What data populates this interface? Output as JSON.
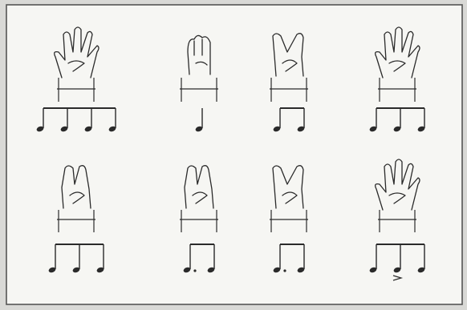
{
  "sheet": {
    "paper_color": "#f6f6f3",
    "border_color": "#555555",
    "ink_color": "#2a2a2a"
  },
  "rows": [
    {
      "cells": [
        {
          "gesture": "open-hand-five-fingers",
          "rhythm": "four-beamed-eighths",
          "notes": 4,
          "beamed": true,
          "accent": false
        },
        {
          "gesture": "fist-fingers-curled",
          "rhythm": "single-quarter",
          "notes": 1,
          "beamed": false,
          "accent": false
        },
        {
          "gesture": "two-fingers-spread",
          "rhythm": "two-connected",
          "notes": 2,
          "beamed": true,
          "accent": false
        },
        {
          "gesture": "open-hand-five-fingers",
          "rhythm": "three-connected",
          "notes": 3,
          "beamed": true,
          "accent": false
        }
      ]
    },
    {
      "cells": [
        {
          "gesture": "two-fingers-together",
          "rhythm": "three-beamed",
          "notes": 3,
          "beamed": true,
          "accent": false
        },
        {
          "gesture": "fingers-together-raised",
          "rhythm": "dotted-two",
          "notes": 2,
          "beamed": true,
          "accent": false
        },
        {
          "gesture": "two-fingers-spread",
          "rhythm": "dotted-two",
          "notes": 2,
          "beamed": true,
          "accent": false
        },
        {
          "gesture": "open-hand-five-fingers",
          "rhythm": "three-connected-accent",
          "notes": 3,
          "beamed": true,
          "accent": true
        }
      ]
    }
  ]
}
